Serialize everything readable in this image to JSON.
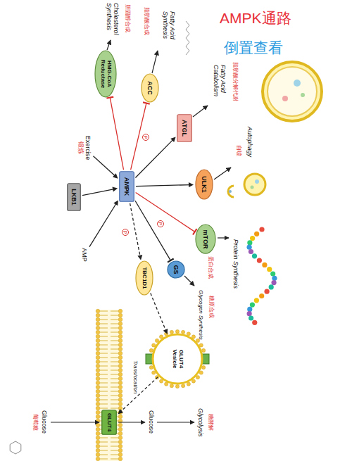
{
  "diagram": {
    "nodes": [
      {
        "text": [
          "LKB1"
        ]
      },
      {
        "text": [
          "Exercise",
          "锻炼"
        ]
      },
      {
        "text": [
          "AMP"
        ]
      },
      {
        "text": [
          "AMPK"
        ]
      },
      {
        "text": [
          "HMG-CoA Reductase"
        ]
      },
      {
        "text": [
          "ACC"
        ]
      },
      {
        "text": [
          "ATGL"
        ]
      },
      {
        "text": [
          "ULK1"
        ]
      },
      {
        "text": [
          "mTOR"
        ]
      },
      {
        "text": [
          "GS"
        ]
      },
      {
        "text": [
          "TBC1D1"
        ]
      },
      {
        "text": [
          "GLUT4 Vesicle"
        ]
      },
      {
        "text": [
          "GLUT4"
        ]
      }
    ],
    "edges": [
      {
        "from": 0,
        "to": 3,
        "arrow": "to"
      },
      {
        "from": 1,
        "to": 3,
        "arrow": "to"
      },
      {
        "from": 2,
        "to": 3,
        "arrow": "to"
      },
      {
        "from": 3,
        "to": 4,
        "arrow": "to"
      },
      {
        "from": 3,
        "to": 5,
        "arrow": "to"
      },
      {
        "from": 3,
        "to": 6,
        "arrow": "to"
      },
      {
        "from": 3,
        "to": 7,
        "arrow": "to"
      },
      {
        "from": 3,
        "to": 8,
        "arrow": "to"
      },
      {
        "from": 3,
        "to": 9,
        "arrow": "to"
      },
      {
        "from": 3,
        "to": 10,
        "arrow": "to"
      },
      {
        "from": 10,
        "to": 11,
        "arrow": "to"
      },
      {
        "from": 11,
        "to": 12,
        "label": "Translocation",
        "arrow": "to"
      }
    ],
    "labels": [
      "AMPK通路",
      "倒置查看",
      "Cholesterol Synthesis",
      "胆固醇合成",
      "Fatty Acid Synthesis",
      "脂肪酸合成",
      "Fatty Acid Catabolism",
      "脂肪酸分解代谢",
      "Autophagy",
      "自噬",
      "Protein Synthesis",
      "蛋白合成",
      "Glycogen Synthesis",
      "糖原合成",
      "Glucose",
      "葡萄糖",
      "Glucose",
      "Glycolysis",
      "糖酵解",
      "P",
      "P",
      "P"
    ]
  }
}
